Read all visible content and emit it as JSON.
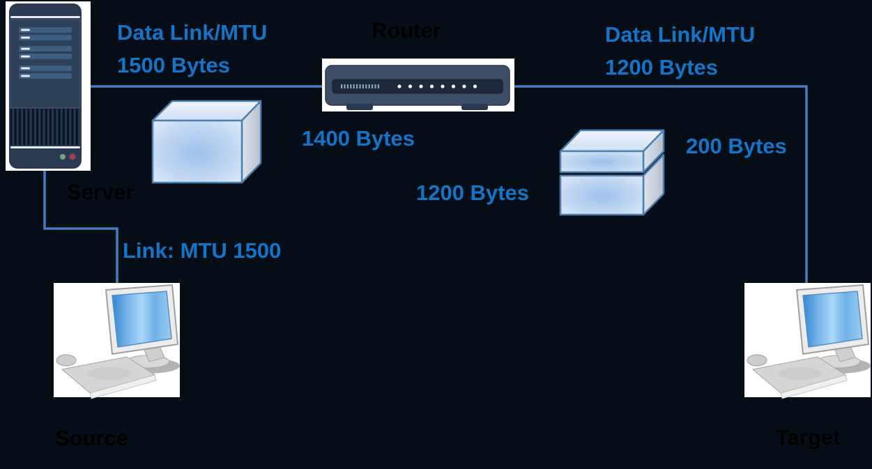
{
  "scene": {
    "background_color": "#050d17",
    "accent_text_color": "#1474c8",
    "node_text_color": "#000000",
    "connector_color": "#4a7dc0",
    "packet_fill_color": "#bcd4f1",
    "packet_border_color": "#4f7fae",
    "nodes": {
      "server": {
        "label": "Server"
      },
      "router": {
        "label": "Router"
      },
      "source": {
        "label": "Source"
      },
      "target": {
        "label": "Target"
      }
    },
    "links": {
      "server_to_router": {
        "label": "Data Link/MTU\n1500 Bytes"
      },
      "router_to_target": {
        "label": "Data Link/MTU\n1200 Bytes"
      },
      "source_to_server": {
        "label": "Link: MTU 1500"
      }
    },
    "packets": {
      "original_packet": {
        "label": "1400 Bytes"
      },
      "large_fragment": {
        "label": "1200 Bytes"
      },
      "small_fragment": {
        "label": "200 Bytes"
      }
    }
  }
}
